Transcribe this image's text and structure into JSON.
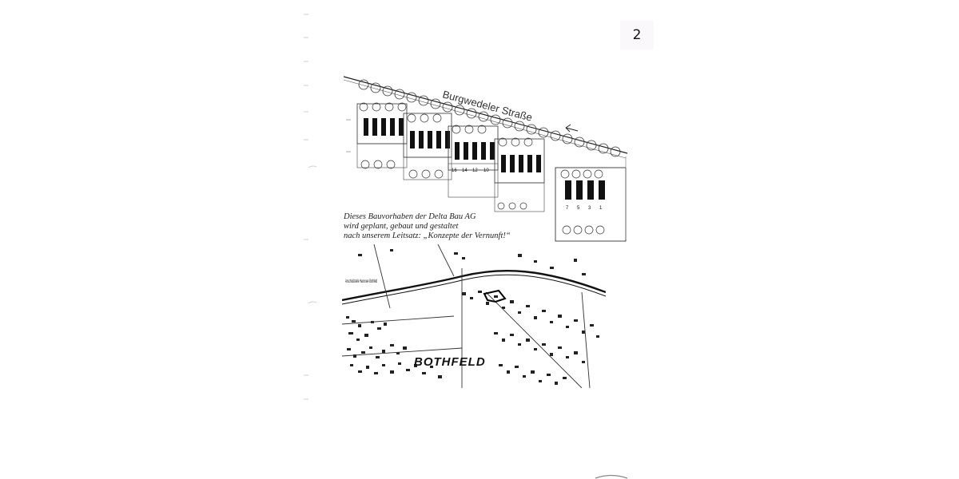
{
  "page": {
    "number": "2"
  },
  "site_plan": {
    "street_name": "Burgwedeler Straße",
    "house_numbers_row_a": [
      "16",
      "14",
      "12",
      "10"
    ],
    "house_numbers_row_b": [
      "7",
      "5",
      "3",
      "1"
    ]
  },
  "caption": {
    "lines": [
      "Dieses Bauvorhaben der Delta Bau AG",
      "wird geplant, gebaut und gestaltet",
      "nach unserem Leitsatz: „Konzepte der Vernunft!“"
    ]
  },
  "location_map": {
    "district": "BOTHFELD",
    "label_junction": "Anschlußstelle Hannover-Bothfeld"
  },
  "colors": {
    "ink": "#111111",
    "paper": "#ffffff"
  }
}
